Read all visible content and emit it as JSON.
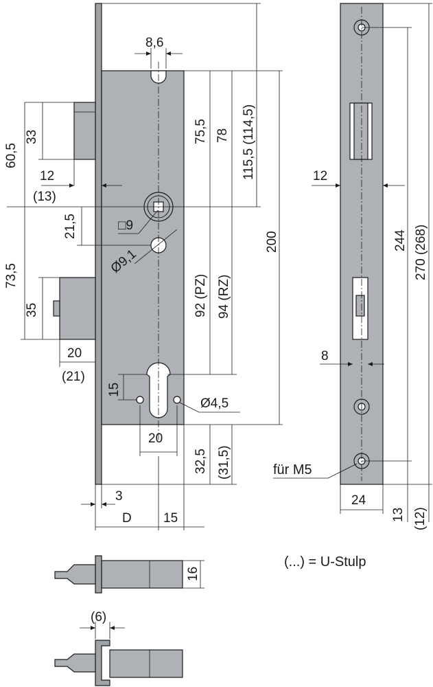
{
  "dimensions": {
    "faceplate_screw_width": "8,6",
    "latch_top_60_5": "60,5",
    "latch_height_33": "33",
    "latch_projection": "12",
    "latch_projection_u": "(13)",
    "dist_75_5": "75,5",
    "dist_78": "78",
    "dist_115_5": "115,5 (114,5)",
    "height_200": "200",
    "square_spindle": "□9",
    "dist_21_5": "21,5",
    "hole_9_1": "Ø9,1",
    "bolt_73_5": "73,5",
    "bolt_height_35": "35",
    "pz_92": "92 (PZ)",
    "rz_94": "94 (RZ)",
    "bolt_projection": "20",
    "bolt_projection_u": "(21)",
    "cyl_15": "15",
    "hole_4_5": "Ø4,5",
    "cyl_width_20": "20",
    "bottom_32_5": "32,5",
    "bottom_31_5": "(31,5)",
    "dim_3": "3",
    "dim_D": "D",
    "dim_15": "15",
    "side_12": "12",
    "side_8": "8",
    "side_244": "244",
    "side_270": "270 (268)",
    "screw_label": "für M5",
    "faceplate_width_24": "24",
    "bottom_13": "13",
    "bottom_12": "(12)",
    "bolt_height_16": "16",
    "u_clearance_6": "(6)"
  },
  "legend": "(...) = U-Stulp"
}
